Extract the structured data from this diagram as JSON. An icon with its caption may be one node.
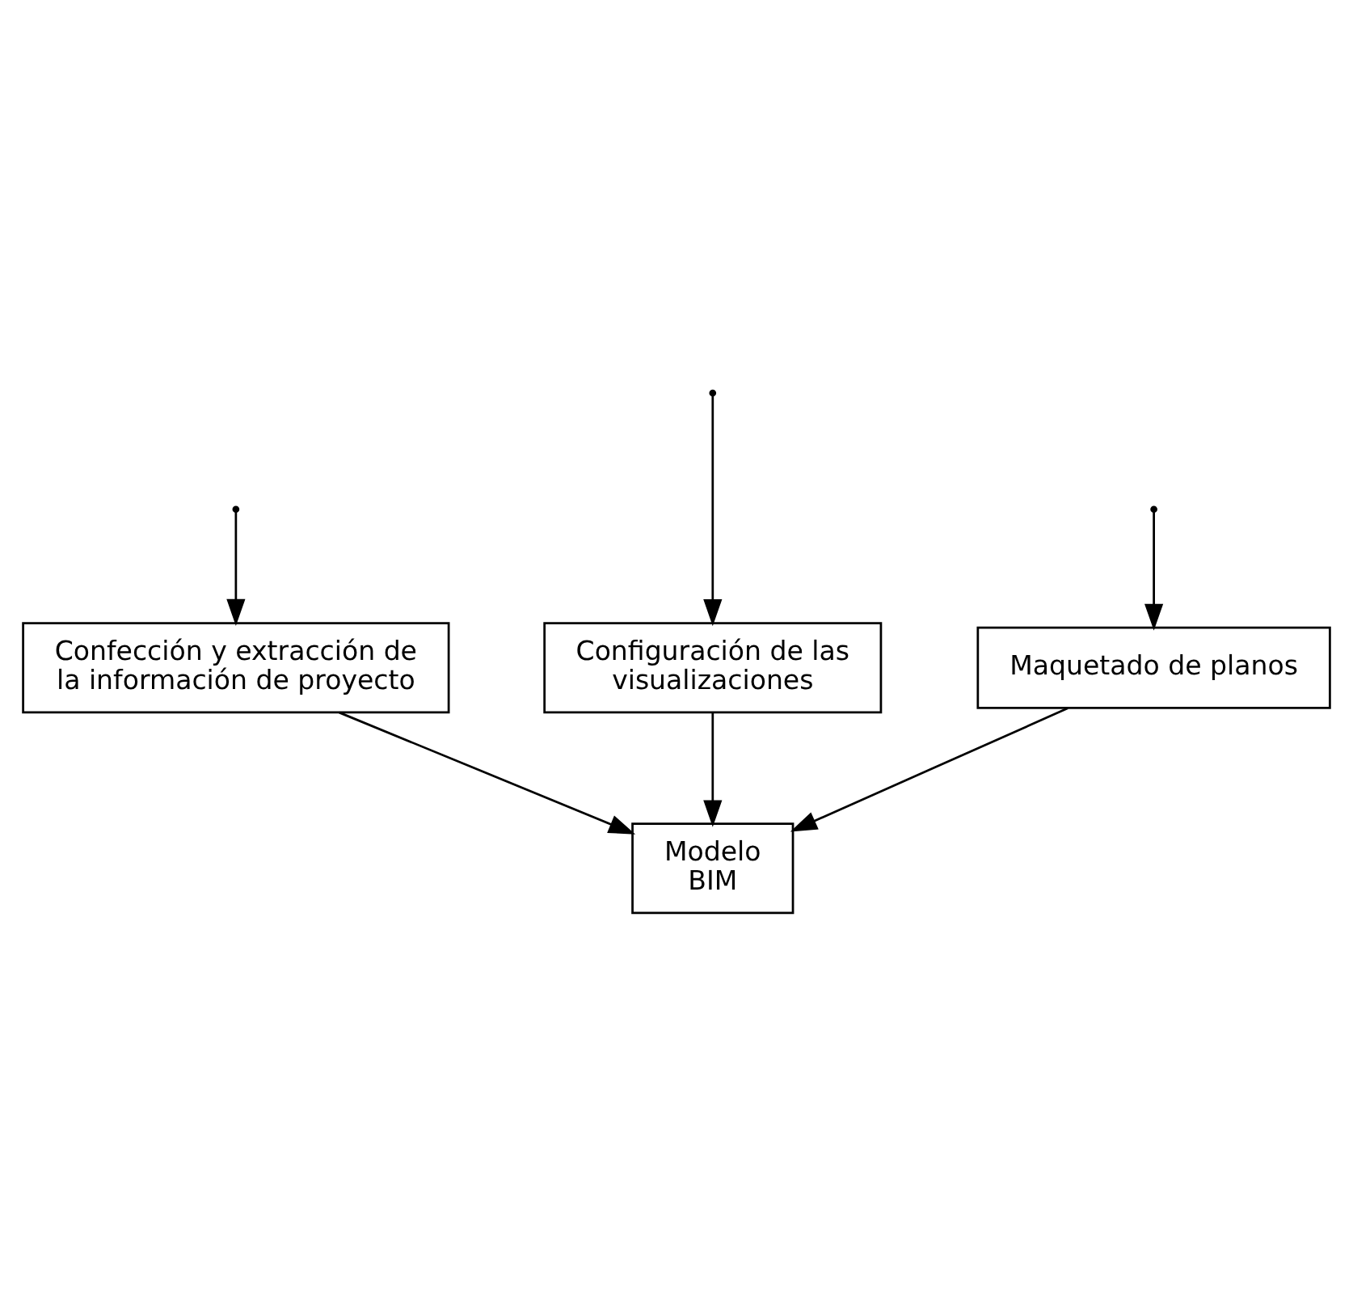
{
  "diagram": {
    "nodes": [
      {
        "text": [
          "Maquetado de planos"
        ]
      },
      {
        "text": [
          "Confección y extracción de la información de proyecto"
        ]
      },
      {
        "text": [
          "Configuración de las visualizaciones"
        ]
      },
      {
        "text": [
          "Modelo BIM"
        ]
      }
    ],
    "edges": [
      {
        "from": null,
        "to": 0,
        "arrow": "to"
      },
      {
        "from": null,
        "to": 2,
        "arrow": "to"
      },
      {
        "from": null,
        "to": 1,
        "arrow": "to"
      },
      {
        "from": 0,
        "to": 3,
        "arrow": "to"
      },
      {
        "from": 2,
        "to": 3,
        "arrow": "to"
      },
      {
        "from": 1,
        "to": 3,
        "arrow": "to"
      }
    ]
  }
}
